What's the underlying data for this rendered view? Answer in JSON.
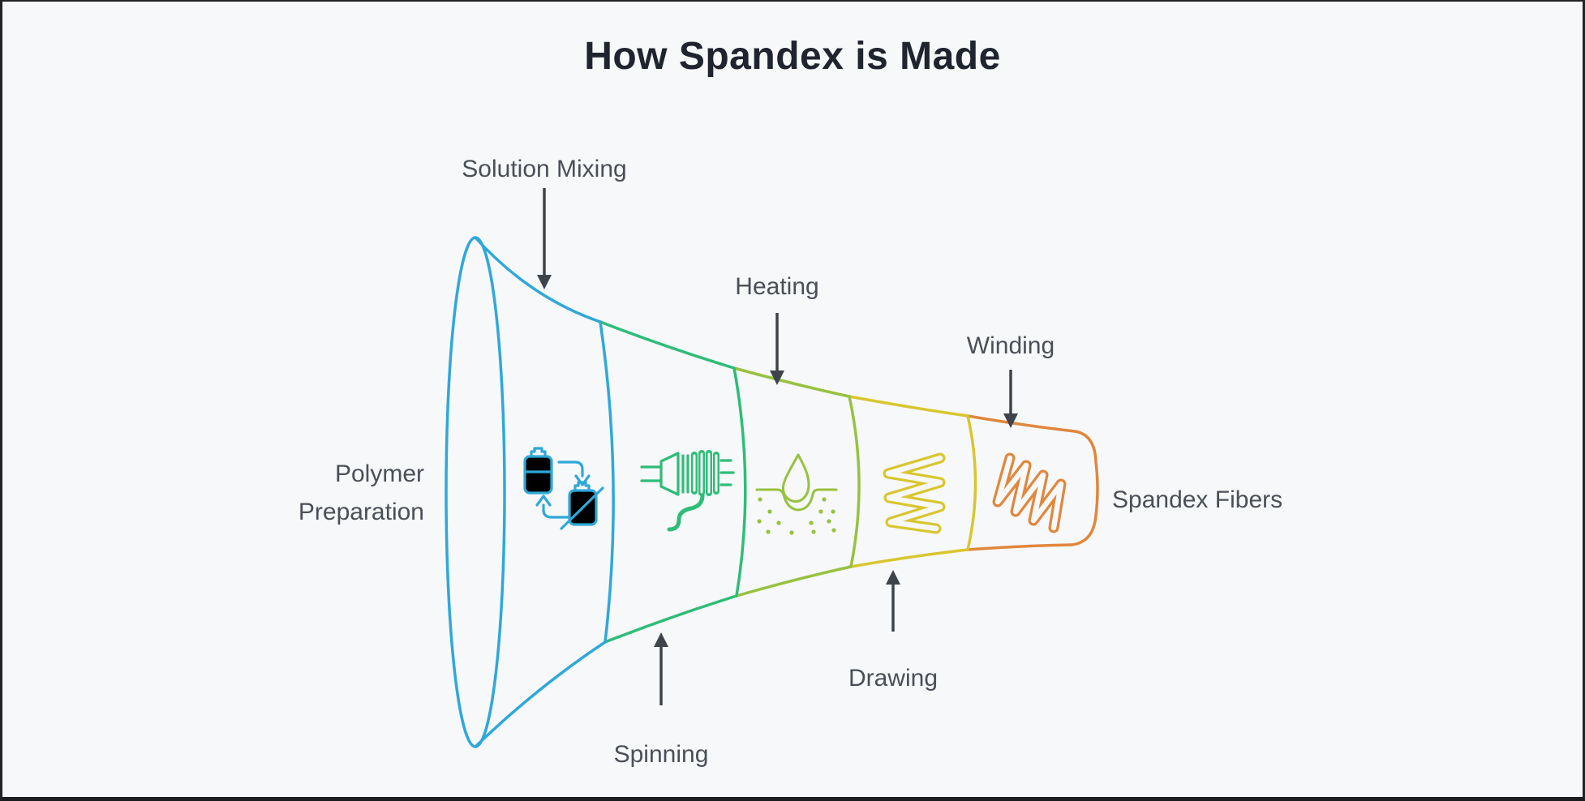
{
  "title": "How Spandex is Made",
  "colors": {
    "background": "#f7f8fa",
    "frame_border": "#232327",
    "title_text": "#20242e",
    "label_text": "#4a4f57",
    "arrow": "#3f444b"
  },
  "funnel": {
    "shape": "horizontal funnel / megaphone with 5 colored segments",
    "segment_colors": [
      "#2fa8d9",
      "#2ebd77",
      "#97c23f",
      "#d9c62f",
      "#e0873c"
    ],
    "icons": [
      {
        "name": "battery-recycle-icon",
        "segment": 1,
        "color": "#2fa8d9"
      },
      {
        "name": "spinneret-extruder-icon",
        "segment": 2,
        "color": "#2ebd77"
      },
      {
        "name": "droplet-absorb-icon",
        "segment": 3,
        "color": "#97c23f"
      },
      {
        "name": "coil-spring-icon",
        "segment": 4,
        "color": "#d9c62f"
      },
      {
        "name": "wound-fiber-zigzag-icon",
        "segment": 5,
        "color": "#e0873c"
      }
    ]
  },
  "stages": [
    {
      "id": "polymer-preparation",
      "label": "Polymer Preparation",
      "position": "left of funnel mouth"
    },
    {
      "id": "solution-mixing",
      "label": "Solution Mixing",
      "position": "top, arrow down to segment 1",
      "color": "#2fa8d9"
    },
    {
      "id": "spinning",
      "label": "Spinning",
      "position": "bottom, arrow up to segment 2",
      "color": "#2ebd77"
    },
    {
      "id": "heating",
      "label": "Heating",
      "position": "top, arrow down to segment 3",
      "color": "#97c23f"
    },
    {
      "id": "drawing",
      "label": "Drawing",
      "position": "bottom, arrow up to segment 4",
      "color": "#d9c62f"
    },
    {
      "id": "winding",
      "label": "Winding",
      "position": "top, arrow down to segment 5",
      "color": "#e0873c"
    },
    {
      "id": "spandex-fibers",
      "label": "Spandex Fibers",
      "position": "right of funnel outlet"
    }
  ]
}
